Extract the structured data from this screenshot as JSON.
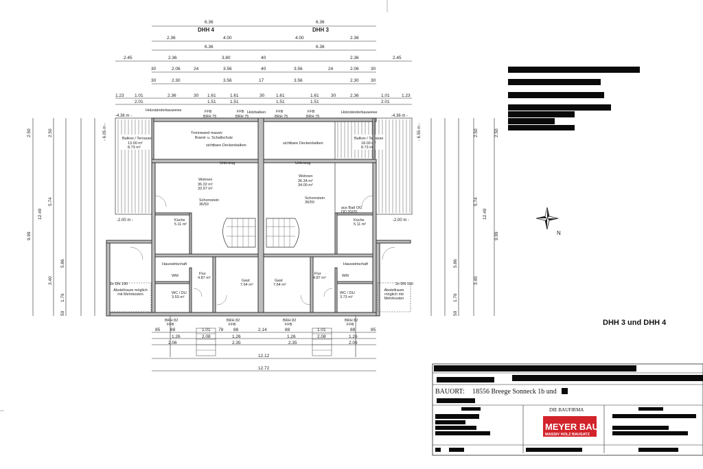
{
  "plan": {
    "top_dims": {
      "overall_left": "6.36",
      "overall_right": "6.36",
      "house_left": "DHH 4",
      "house_right": "DHH 3",
      "row2": [
        "2.36",
        "4.00",
        "4.00",
        "2.36"
      ],
      "row3": [
        "6.36",
        "6.36"
      ],
      "row4": [
        "2.45",
        "2.36",
        "3.80",
        "40",
        "2.36",
        "2.45"
      ],
      "row5": [
        "30",
        "2.06",
        "24",
        "3.56",
        "40",
        "3.56",
        "24",
        "2.06",
        "30"
      ],
      "row6": [
        "30",
        "2.30",
        "3.56",
        "17",
        "3.56",
        "2.30",
        "30"
      ],
      "row7": [
        "1.23",
        "1.01",
        "2.36",
        "30",
        "1.61",
        "1.61",
        "30",
        "1.61",
        "1.61",
        "30",
        "2.36",
        "1.01",
        "1.23"
      ],
      "row8": [
        "2.01",
        "1.51",
        "1.51",
        "1.51",
        "1.51",
        "2.01"
      ]
    },
    "elevations": {
      "left_top": "-4.36 m -",
      "right_top": "-4.36 m -",
      "left_mid": "-2.00 m -",
      "right_mid": "-2.00 m -",
      "mid_vert_left": "- 6.05 m -",
      "mid_vert_right": "- 6.55 m -"
    },
    "window_labels": {
      "ffb1": "FFB",
      "brh1": "BRH 75",
      "ffb2": "FFB",
      "brh2": "BRH 75",
      "ffb3": "FFB",
      "brh3": "BRH 75",
      "ffb4": "FFB",
      "brh4": "BRH 75"
    },
    "rooms": {
      "balkon_left": "Balkon / Terrasse",
      "balkon_left_area": "13.00 m²",
      "balkon_left_area2": "8.73 m²",
      "balkon_right": "Balkon / Terrasse",
      "balkon_right_area": "18.00 m²",
      "balkon_right_area2": "8.73 m²",
      "trennwand": "Trennwand massiv",
      "trennwand2": "Brand- u. Schallschutz",
      "sichtbare_left": "sichtbare Deckenbalken",
      "sichtbare_right": "sichtbare Deckenbalken",
      "unterzug_left": "Unterzug",
      "unterzug_right": "Unterzug",
      "wohnen_left": "Wohnen",
      "wohnen_left_area": "36.32 m²",
      "wohnen_left_area2": "33.97 m²",
      "wohnen_right": "Wohnen",
      "wohnen_right_area": "36.34 m²",
      "wohnen_right_area2": "34.00 m²",
      "schornstein_left": "Schornstein",
      "schornstein_left_dim": "36/50",
      "schornstein_right": "Schornstein",
      "schornstein_right_dim": "36/50",
      "kueche_left": "Küche",
      "kueche_left_area": "5.11 m²",
      "kueche_right": "Küche",
      "kueche_right_area": "5.11 m²",
      "abstellraum_left": "Abstellraum möglich mit Mehrkosten",
      "abstellraum_right": "Abstellraum möglich mit Mehrkosten",
      "flur_left": "Flur",
      "flur_left_area": "4.87 m²",
      "flur_right": "Flur",
      "flur_right_area": "4.87 m²",
      "gast_left": "Gast",
      "gast_left_area": "7.64 m²",
      "gast_right": "Gast",
      "gast_right_area": "7.64 m²",
      "wc_left": "WC / DU",
      "wc_left_area": "3.53 m²",
      "wc_right": "WC / DU",
      "wc_right_area": "3.73 m²",
      "wm_left": "WM",
      "wm_right": "WM",
      "aus_bad": "aus Bad OG",
      "aus_bad_dim": "DD 20/20",
      "dn_left": "2x DN 100",
      "dn_right": "2x DN 100",
      "hwr_left": "Hauswirtschaft",
      "hwr_right": "Hauswirtschaft",
      "holz_left": "Holzständerbauweise",
      "holz_right": "Holzständerbauweise",
      "holz_mid": "Holzbalken"
    },
    "bottom_dims": {
      "brh_left1": "BRH 82",
      "ffb_left1": "FFB",
      "brh_left2": "BRH 82",
      "ffb_left2": "FFB",
      "brh_right1": "BRH 82",
      "ffb_right1": "FFB",
      "brh_right2": "BRH 82",
      "ffb_right2": "FFB",
      "row1": [
        "85",
        "88",
        "1.01",
        "78",
        "88",
        "2.14",
        "88",
        "1.01",
        "88",
        "85"
      ],
      "row2": [
        "1.26",
        "2.08",
        "1.26",
        "1.26",
        "2.08",
        "1.26"
      ],
      "row3": [
        "2.06",
        "2.35",
        "2.35",
        "2.06"
      ],
      "total1": "12.12",
      "total2": "12.72"
    },
    "side_dims_left": [
      "2.50",
      "2.50",
      "5.74",
      "9.99",
      "12.49",
      "3.40",
      "5.86",
      "1.76",
      "50"
    ],
    "side_dims_right": [
      "2.50",
      "2.50",
      "5.74",
      "9.99",
      "12.49",
      "3.40",
      "5.86",
      "1.76",
      "50"
    ],
    "compass": "N"
  },
  "title_block": {
    "heading": "DHH 3 und DHH 4",
    "bauort_label": "BAUORT:",
    "bauort_value": "18556 Breege Sonneck 1b und",
    "firma_label": "DIE BAUFIRMA",
    "logo_main": "MEYER BAU",
    "logo_sub": "MASSIV HOLZ BAUSATZ"
  },
  "colors": {
    "wall": "#bdbdbd",
    "logo_red": "#d2232a",
    "redaction": "#0a0a0a"
  }
}
